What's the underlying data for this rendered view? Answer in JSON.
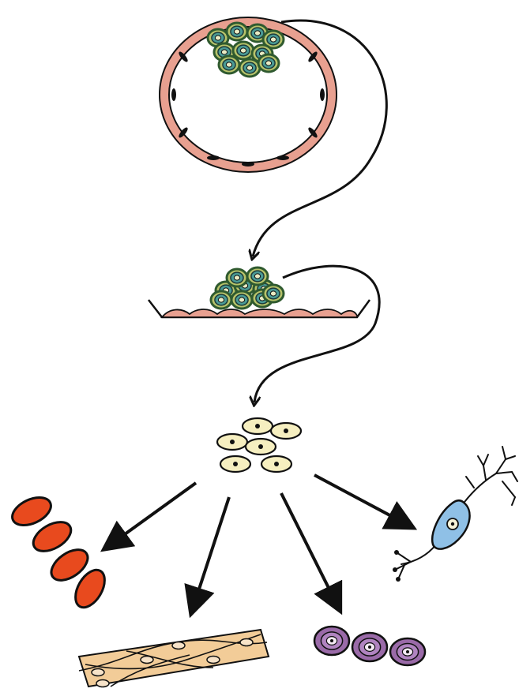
{
  "diagram": {
    "stages": [
      {
        "id": "blastocyst",
        "figure": "blastocyst-with-inner-cell-mass"
      },
      {
        "id": "inner-cell-mass-culture",
        "figure": "inner-cell-mass-on-feeder-layer"
      },
      {
        "id": "stem-cells",
        "figure": "cultured-stem-cells"
      }
    ],
    "differentiated_cells": [
      {
        "id": "red-blood-cells",
        "figure": "red-blood-cells"
      },
      {
        "id": "muscle-cells",
        "figure": "smooth-muscle-cells"
      },
      {
        "id": "pigment-cells",
        "figure": "round-purple-cells"
      },
      {
        "id": "nerve-cell",
        "figure": "neuron"
      }
    ]
  },
  "colors": {
    "outline": "#111111",
    "trophoblast": "#e8a090",
    "icm_cell_outer": "#2f5a2f",
    "icm_cell_mid": "#b7c36a",
    "icm_cell_inner": "#4a9a95",
    "stem_cell_fill": "#f6efc0",
    "red_cell": "#e84a1e",
    "muscle_fill": "#f2cc98",
    "purple_cell": "#9a6aa8",
    "neuron_fill": "#8fc0e6"
  }
}
